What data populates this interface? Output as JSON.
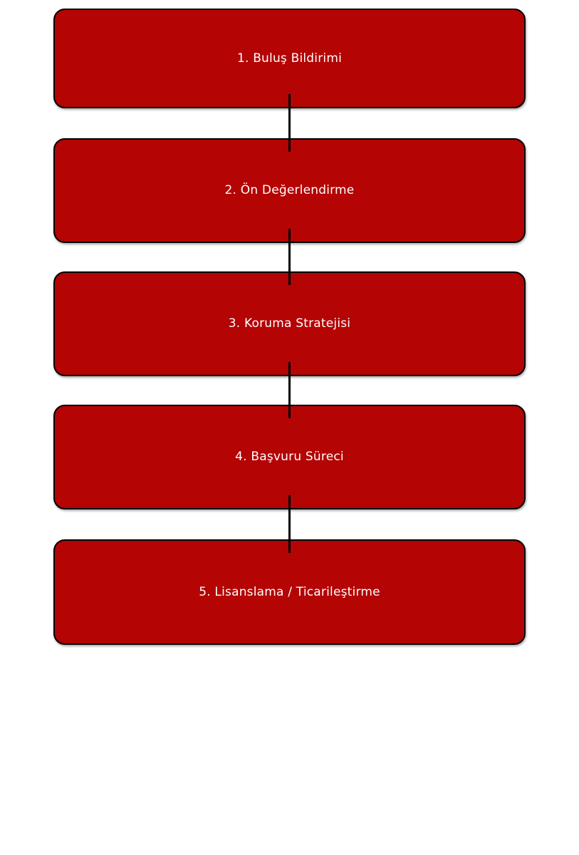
{
  "flowchart": {
    "title": "",
    "steps": [
      {
        "label": "1. Buluş Bildirimi"
      },
      {
        "label": "2. Ön Değerlendirme"
      },
      {
        "label": "3. Koruma Stratejisi"
      },
      {
        "label": "4. Başvuru Süreci"
      },
      {
        "label": "5. Lisanslama / Ticarileştirme"
      }
    ],
    "colors": {
      "box_fill": "#b40404",
      "box_border": "#000000",
      "text": "#ffffff",
      "connector": "#000000",
      "background": "#ffffff"
    }
  }
}
